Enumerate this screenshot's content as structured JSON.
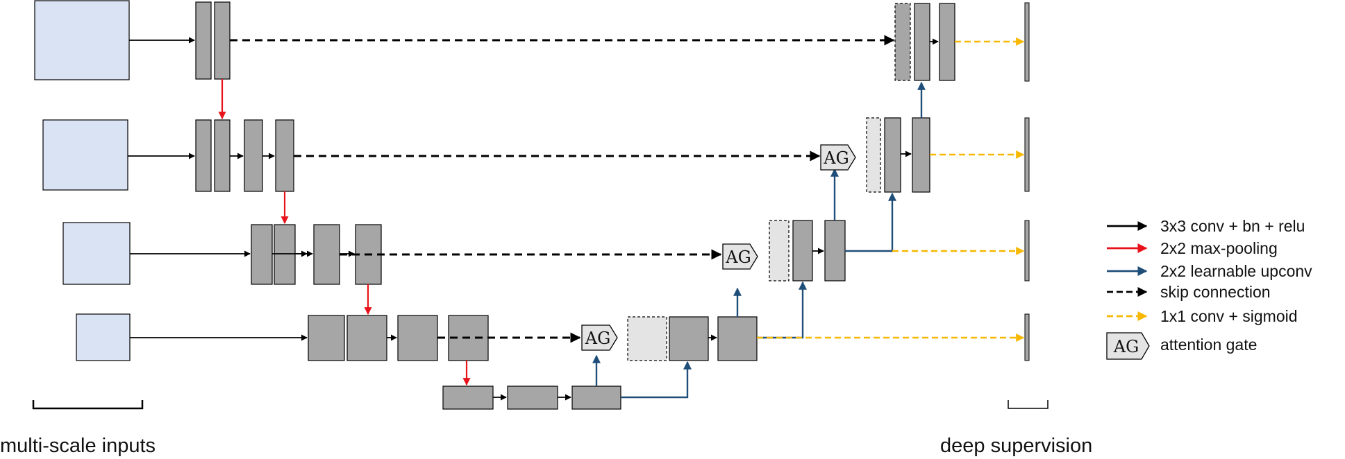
{
  "labels": {
    "inputs": "multi-scale inputs",
    "supervision": "deep supervision",
    "ag": "AG"
  },
  "legend": {
    "items": [
      {
        "id": "conv",
        "text": "3x3 conv + bn + relu",
        "color": "#000000",
        "style": "solid"
      },
      {
        "id": "pool",
        "text": "2x2 max-pooling",
        "color": "#e8131a",
        "style": "solid"
      },
      {
        "id": "upconv",
        "text": "2x2 learnable upconv",
        "color": "#1f4e79",
        "style": "solid"
      },
      {
        "id": "skip",
        "text": "skip connection",
        "color": "#000000",
        "style": "dashed"
      },
      {
        "id": "sigmoid",
        "text": "1x1 conv + sigmoid",
        "color": "#f6b800",
        "style": "dashed"
      },
      {
        "id": "ag",
        "text": "attention gate",
        "symbol": "AG"
      }
    ]
  },
  "colors": {
    "feature": "#a6a6a6",
    "input": "#dae3f3",
    "gated": "#e4e4e4",
    "pool": "#e8131a",
    "upconv": "#1f4e79",
    "sigmoid": "#f6b800",
    "line": "#000000"
  }
}
